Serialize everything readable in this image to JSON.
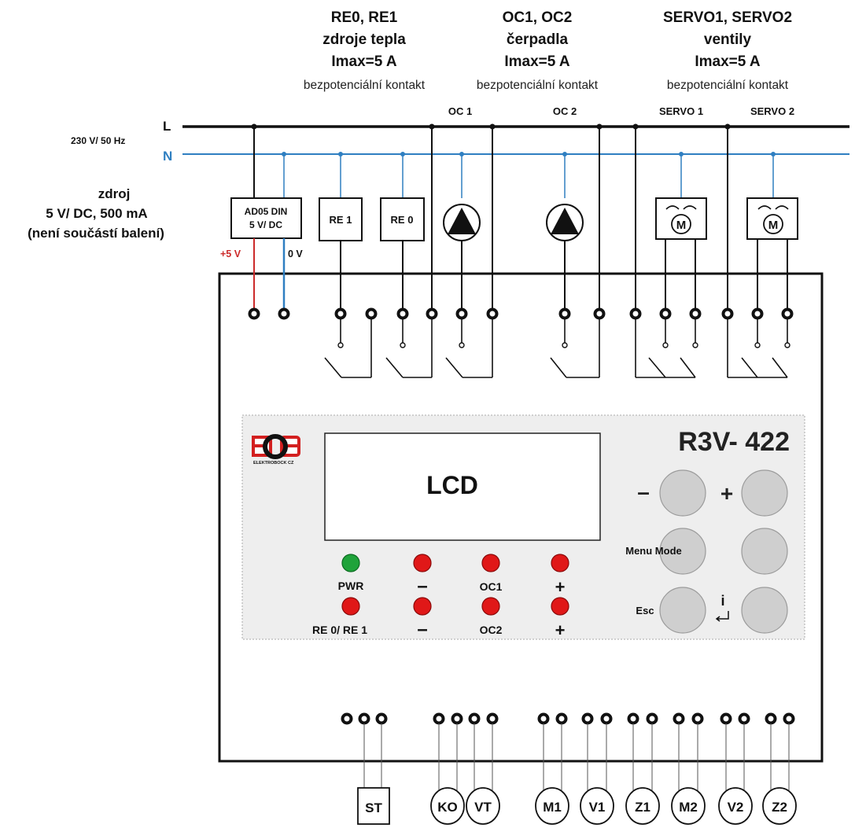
{
  "groups": [
    {
      "title": "RE0, RE1",
      "subtitle": "zdroje tepla",
      "imax": "Imax=5 A",
      "contact": "bezpotenciální kontakt"
    },
    {
      "title": "OC1, OC2",
      "subtitle": "čerpadla",
      "imax": "Imax=5 A",
      "contact": "bezpotenciální kontakt"
    },
    {
      "title": "SERVO1, SERVO2",
      "subtitle": "ventily",
      "imax": "Imax=5 A",
      "contact": "bezpotenciální kontakt"
    }
  ],
  "lines": {
    "l_label": "L",
    "n_label": "N",
    "supply": "230 V/ 50 Hz"
  },
  "output_labels": {
    "oc1": "OC 1",
    "oc2": "OC 2",
    "servo1": "SERVO 1",
    "servo2": "SERVO 2"
  },
  "power_supply": {
    "line1": "zdroj",
    "line2": "5 V/ DC, 500 mA",
    "line3": "(není součástí balení)",
    "box_line1": "AD05 DIN",
    "box_line2": "5 V/ DC",
    "plus": "+5 V",
    "zero": "0 V"
  },
  "relays": {
    "re1": "RE 1",
    "re0": "RE 0"
  },
  "motor_symbol": "M",
  "panel": {
    "model": "R3V- 422",
    "lcd": "LCD",
    "logo_sub": "ELEKTROBOCK CZ",
    "buttons": {
      "minus": "–",
      "plus": "+",
      "menu_mode": "Menu Mode",
      "esc": "Esc",
      "info": "i"
    },
    "leds": {
      "pwr": "PWR",
      "re": "RE 0/ RE 1",
      "oc1": "OC1",
      "oc2": "OC2",
      "minus1": "–",
      "minus2": "–",
      "plus1": "+",
      "plus2": "+"
    }
  },
  "sensors": [
    "ST",
    "KO",
    "VT",
    "M1",
    "V1",
    "Z1",
    "M2",
    "V2",
    "Z2"
  ],
  "colors": {
    "n_line": "#2f7fc1",
    "plus_wire": "#cc2b2b",
    "led_red": "#e01818",
    "led_green": "#1fa33a",
    "panel_bg": "#eeeeee",
    "button": "#cfcfcf"
  }
}
